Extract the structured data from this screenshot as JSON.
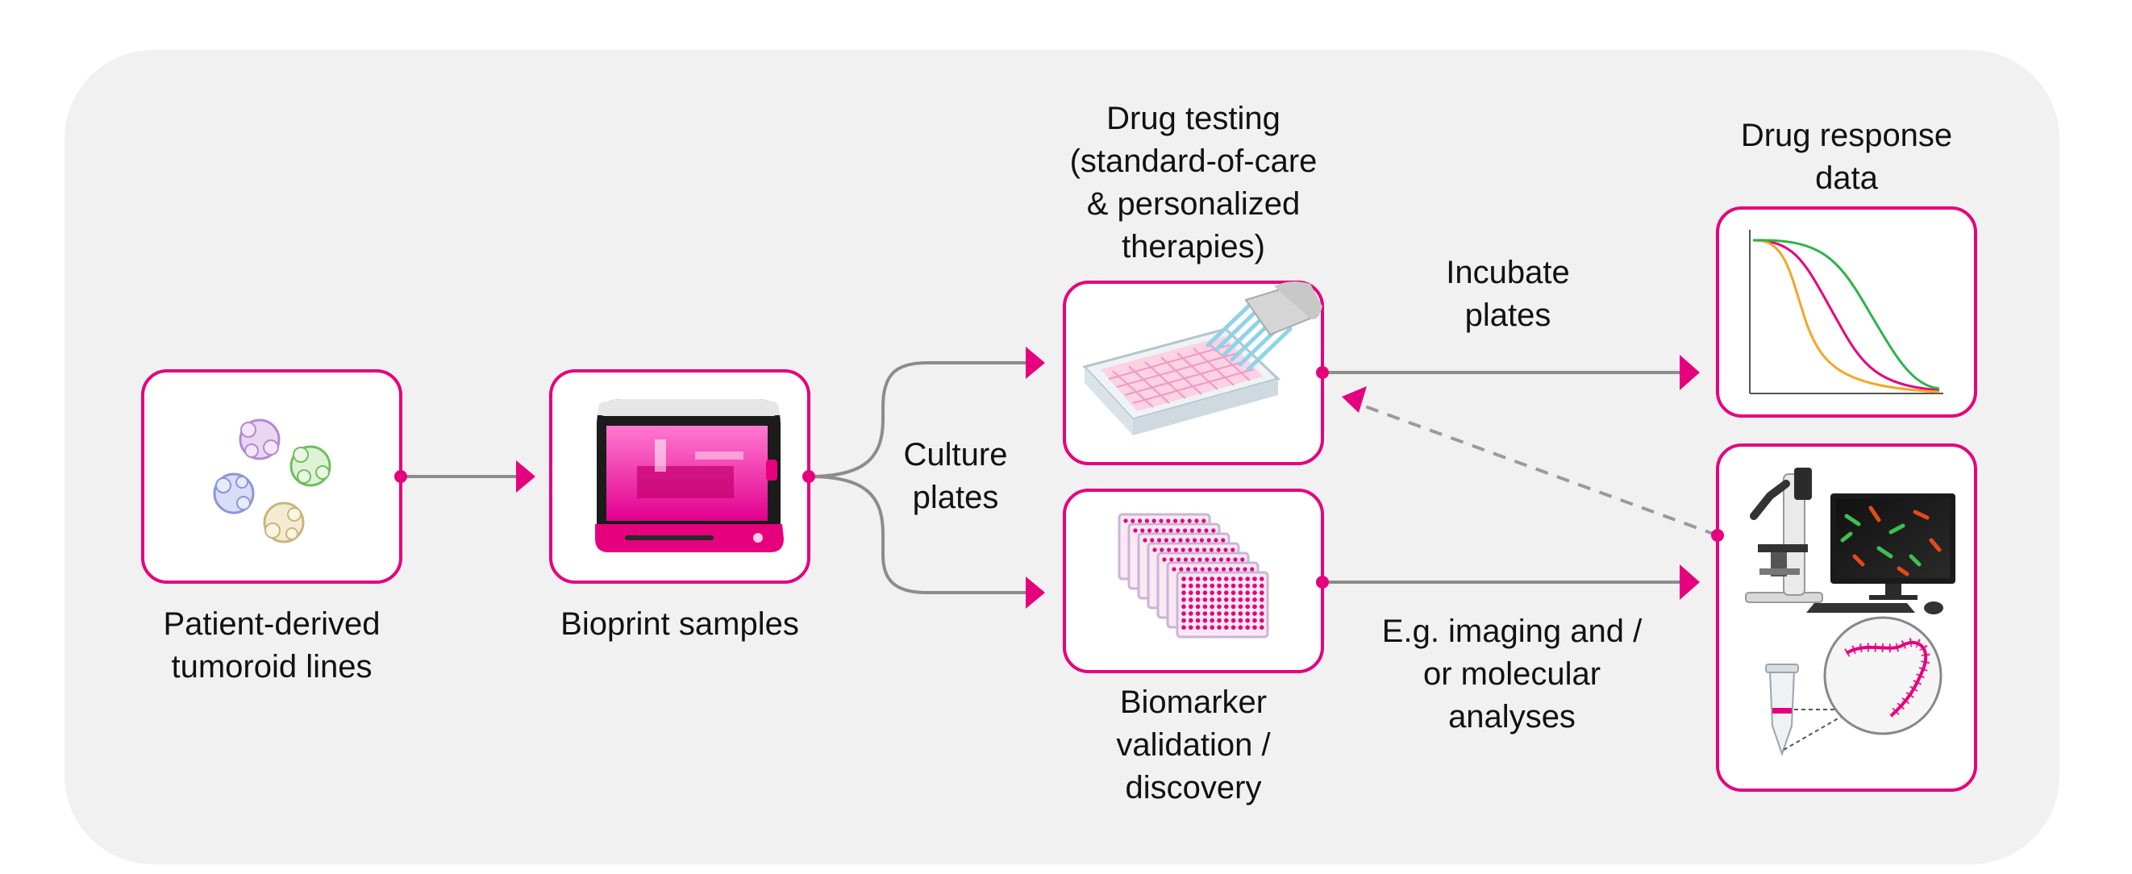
{
  "colors": {
    "accent": "#e6007e",
    "arrow_gray": "#8c8c8c",
    "panel": "#f1f1f1",
    "curve_green": "#2db34a",
    "curve_orange": "#f5a623"
  },
  "labels": {
    "patient_line1": "Patient-derived",
    "patient_line2": "tumoroid lines",
    "bioprint": "Bioprint samples",
    "culture_line1": "Culture",
    "culture_line2": "plates",
    "drug_testing_line1": "Drug testing",
    "drug_testing_line2": "(standard-of-care",
    "drug_testing_line3": "& personalized",
    "drug_testing_line4": "therapies)",
    "incubate_line1": "Incubate",
    "incubate_line2": "plates",
    "response_line1": "Drug response",
    "response_line2": "data",
    "imaging_line1": "E.g. imaging and /",
    "imaging_line2": "or molecular",
    "imaging_line3": "analyses",
    "biomarker_line1": "Biomarker",
    "biomarker_line2": "validation /",
    "biomarker_line3": "discovery"
  },
  "icons": [
    "tumoroid-cells-icon",
    "bioprinter-icon",
    "drug-plate-pipette-icon",
    "stacked-plates-icon",
    "dose-response-chart-icon",
    "microscope-computer-icon",
    "tube-molecular-icon"
  ]
}
